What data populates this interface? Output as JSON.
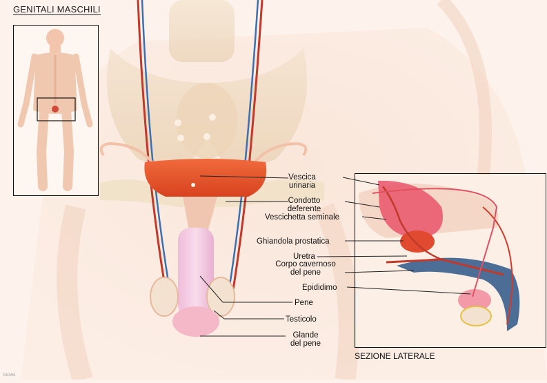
{
  "title": "GENITALI MASCHILI",
  "side_section_title": "SEZIONE LATERALE",
  "labels": {
    "vescica_line1": "Vescica",
    "vescica_line2": "urinaria",
    "condotto_line1": "Condotto",
    "condotto_line2": "deferente",
    "vescichetta": "Vescichetta seminale",
    "ghiandola": "Ghiandola prostatica",
    "uretra": "Uretra",
    "corpo_line1": "Corpo cavernoso",
    "corpo_line2": "del pene",
    "epididimo": "Epididimo",
    "pene": "Pene",
    "testicolo": "Testicolo",
    "glande_line1": "Glande",
    "glande_line2": "del pene"
  },
  "copyright": "©ADAM"
}
